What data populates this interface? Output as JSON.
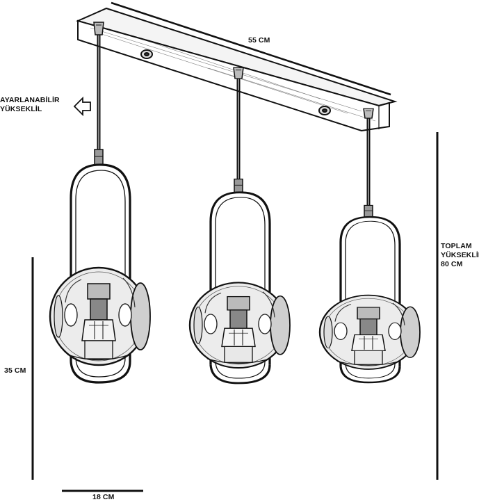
{
  "labels": {
    "width": "55 CM",
    "adjustable": [
      "AYARLANABİLİR",
      "YÜKSEKLİL"
    ],
    "total_height": [
      "TOPLAM",
      "YÜKSEKLİK",
      "80 CM"
    ],
    "pendant_height": "35 CM",
    "pendant_width": "18 CM"
  },
  "pendant_count": 3,
  "colors": {
    "line": "#111111",
    "background": "#ffffff",
    "glass": "#dcdcdc"
  }
}
